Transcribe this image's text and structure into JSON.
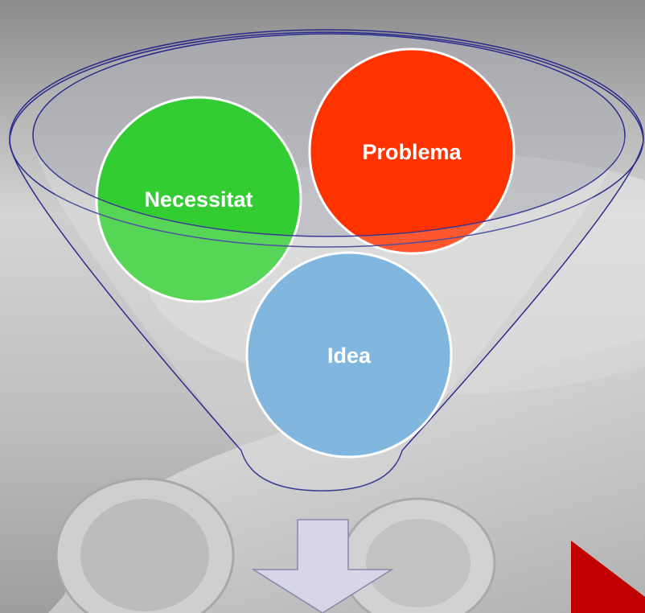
{
  "diagram": {
    "type": "funnel",
    "nodes": [
      {
        "id": "necessitat",
        "label": "Necessitat",
        "color": "#33cc33"
      },
      {
        "id": "problema",
        "label": "Problema",
        "color": "#ff3300"
      },
      {
        "id": "idea",
        "label": "Idea",
        "color": "#66a8d8"
      }
    ],
    "funnel_outline_color": "#2a2a8c",
    "arrow_fill_color": "#d6d6e8",
    "corner_triangle_color": "#c00000"
  }
}
